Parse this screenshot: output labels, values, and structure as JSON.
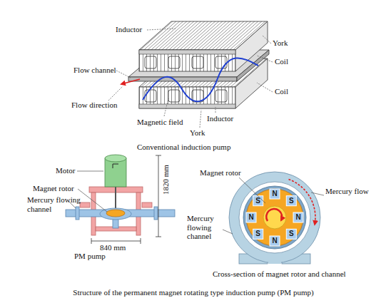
{
  "diagram": {
    "caption": "Structure of the permanent magnet rotating type induction pump (PM pump)",
    "labels": [
      "Inductor",
      "York",
      "Coil",
      "Flow channel",
      "Coil",
      "Flow direction",
      "Magnetic field",
      "Inductor",
      "York",
      "Conventional induction pump",
      "Motor",
      "Magnet rotor",
      "Mercury flowing channel",
      "1820 mm",
      "840 mm",
      "PM pump",
      "Magnet rotor",
      "Mercury flow",
      "N",
      "S",
      "N",
      "S",
      "N",
      "S",
      "N",
      "S",
      "Mercury flowing channel",
      "Cross-section of magnet rotor and channel"
    ]
  }
}
